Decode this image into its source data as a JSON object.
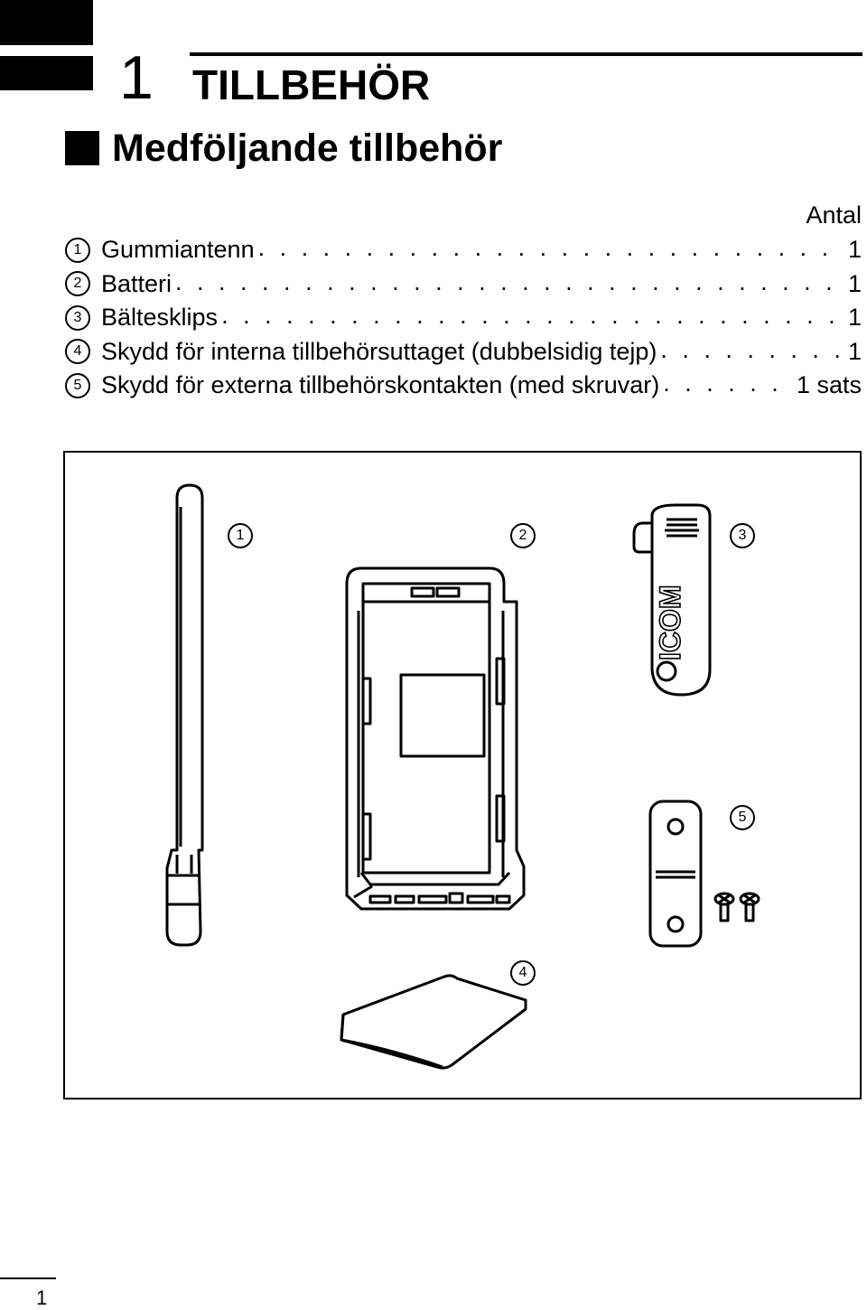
{
  "chapter": {
    "number": "1",
    "title": "TILLBEHÖR"
  },
  "section": {
    "title": "Medföljande tillbehör"
  },
  "quantity_header": "Antal",
  "items": [
    {
      "num": "1",
      "label": "Gummiantenn",
      "qty": "1"
    },
    {
      "num": "2",
      "label": "Batteri",
      "qty": "1"
    },
    {
      "num": "3",
      "label": "Bältesklips",
      "qty": "1"
    },
    {
      "num": "4",
      "label": "Skydd för interna tillbehörsuttaget (dubbelsidig tejp)",
      "qty": "1"
    },
    {
      "num": "5",
      "label": "Skydd för externa tillbehörskontakten (med skruvar)",
      "qty": "1 sats"
    }
  ],
  "figure": {
    "callouts": [
      "1",
      "2",
      "3",
      "4",
      "5"
    ],
    "clip_logo_text": "ICOM"
  },
  "page_number": "1"
}
